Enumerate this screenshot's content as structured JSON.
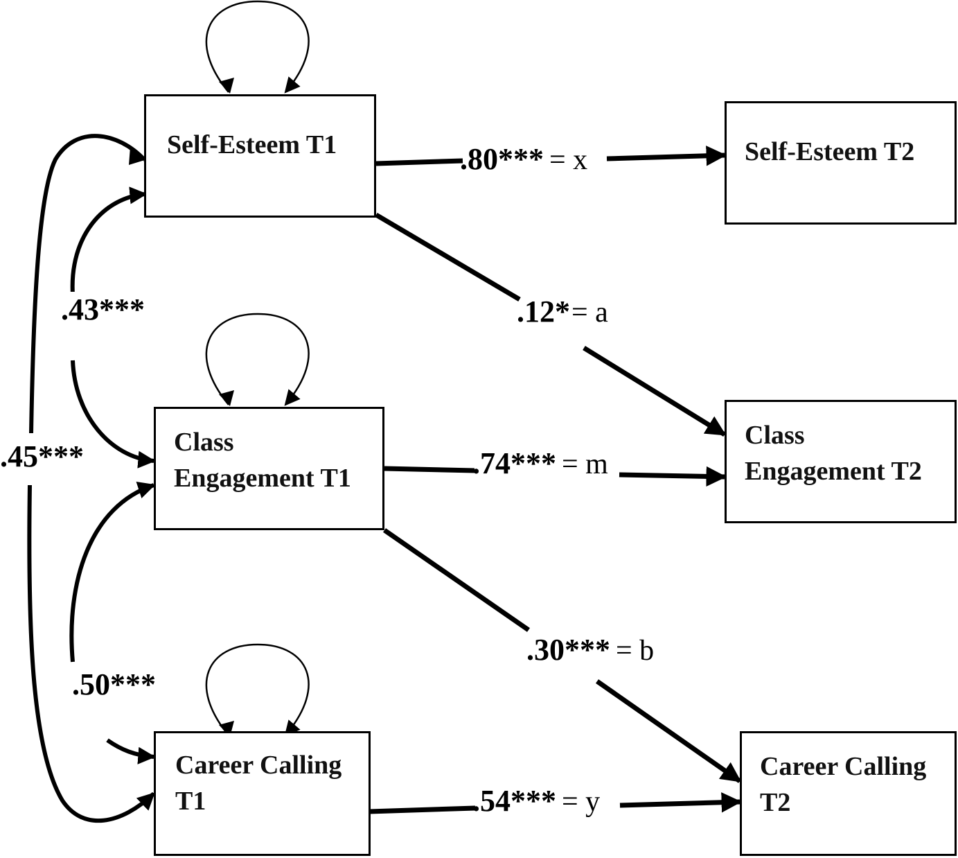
{
  "nodes": {
    "self_esteem_t1": [
      "Self-Esteem T1"
    ],
    "class_engagement_t1": [
      "Class",
      "Engagement T1"
    ],
    "career_calling_t1": [
      "Career Calling",
      "T1"
    ],
    "self_esteem_t2": [
      "Self-Esteem T2"
    ],
    "class_engagement_t2": [
      "Class",
      "Engagement T2"
    ],
    "career_calling_t2": [
      "Career Calling",
      "T2"
    ]
  },
  "paths": {
    "x": {
      "coef": ".80***",
      "eq": "= x"
    },
    "a": {
      "coef": ".12*",
      "eq": "= a"
    },
    "m": {
      "coef": ".74***",
      "eq": "= m"
    },
    "b": {
      "coef": ".30***",
      "eq": "= b"
    },
    "y": {
      "coef": ".54***",
      "eq": "= y"
    }
  },
  "covariances": {
    "se_ce": ".43***",
    "ce_cc": ".50***",
    "se_cc": ".45***"
  },
  "colors": {
    "line": "#000000",
    "box_fill": "#ffffff",
    "text": "#111111"
  }
}
